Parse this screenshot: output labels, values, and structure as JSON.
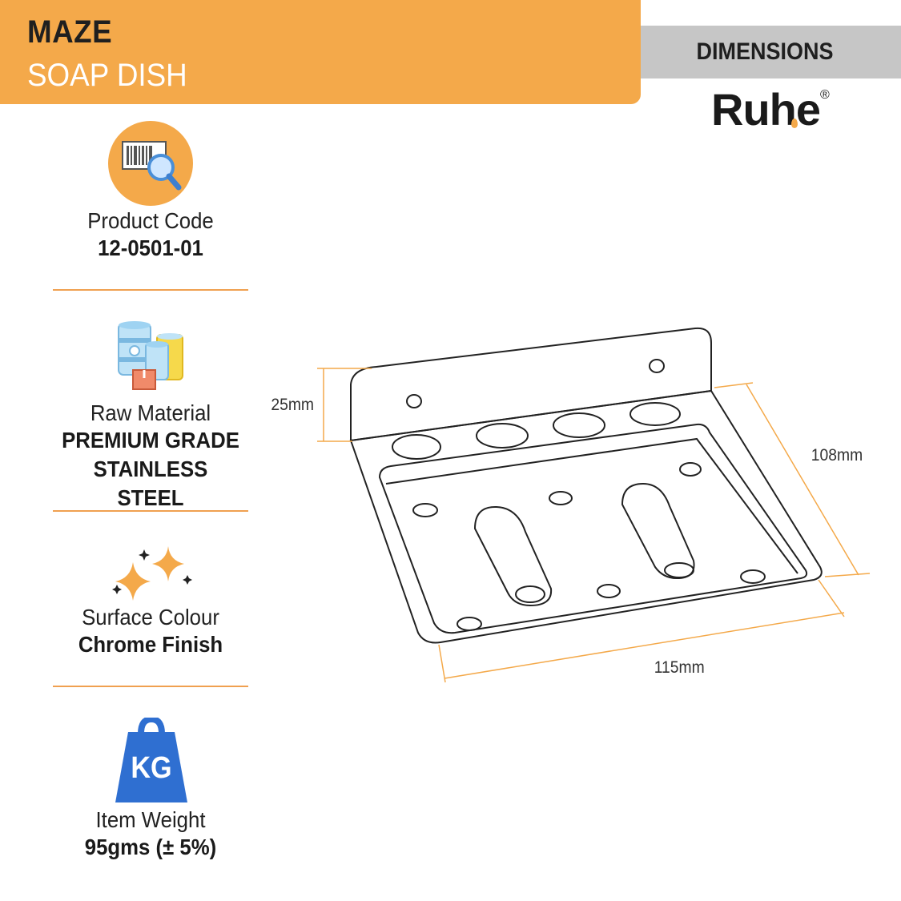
{
  "header": {
    "brand": "MAZE",
    "product": "SOAP DISH",
    "dimensions_label": "DIMENSIONS",
    "logo_text": "Ruhe",
    "logo_mark": "®"
  },
  "features": [
    {
      "label": "Product Code",
      "value_lines": [
        "12-0501-01"
      ],
      "icon": "barcode-search-icon"
    },
    {
      "label": "Raw Material",
      "value_lines": [
        "PREMIUM GRADE",
        "STAINLESS STEEL"
      ],
      "icon": "material-barrels-icon"
    },
    {
      "label": "Surface Colour",
      "value_lines": [
        "Chrome Finish"
      ],
      "icon": "sparkle-icon"
    },
    {
      "label": "Item Weight",
      "value_lines": [
        "95gms (± 5%)"
      ],
      "icon": "weight-kg-icon",
      "icon_text": "KG"
    }
  ],
  "dimensions": {
    "height": "25mm",
    "depth": "108mm",
    "width": "115mm"
  },
  "colors": {
    "accent": "#f4a94a",
    "gray_band": "#c6c6c6",
    "weight_blue": "#2f6fd1"
  }
}
